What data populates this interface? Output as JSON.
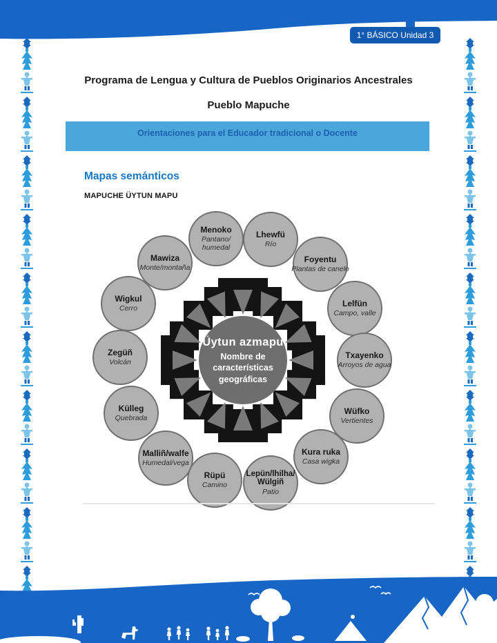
{
  "header": {
    "unit_badge": "1° BÁSICO Unidad 3",
    "title_line1": "Programa de Lengua y Cultura de Pueblos Originarios Ancestrales",
    "title_line2": "Pueblo Mapuche",
    "banner": "Orientaciones para el Educador tradicional o Docente"
  },
  "section": {
    "heading": "Mapas semánticos",
    "subheading": "MAPUCHE ÜYTUN MAPU"
  },
  "diagram": {
    "center": {
      "name": "Üytun azmapu",
      "description": "Nombre de características geográficas"
    },
    "nodes": [
      {
        "name": "Menoko",
        "translation": "Pantano/ humedal"
      },
      {
        "name": "Lhewfü",
        "translation": "Río"
      },
      {
        "name": "Mawiza",
        "translation": "Monte/montaña"
      },
      {
        "name": "Foyentu",
        "translation": "Plantas de canelo"
      },
      {
        "name": "Wigkul",
        "translation": "Cerro"
      },
      {
        "name": "Lelfün",
        "translation": "Campo, valle"
      },
      {
        "name": "Zegüñ",
        "translation": "Volcán"
      },
      {
        "name": "Txayenko",
        "translation": "Arroyos de agua"
      },
      {
        "name": "Külleg",
        "translation": "Quebrada"
      },
      {
        "name": "Wüfko",
        "translation": "Vertientes"
      },
      {
        "name": "Malliñ/walfe",
        "translation": "Humedal/vega"
      },
      {
        "name": "Kura ruka",
        "translation": "Casa wigka"
      },
      {
        "name": "Rüpü",
        "translation": "Camino"
      },
      {
        "name": "Lepün/lhilha/ Wülgiñ",
        "translation": "Patio"
      }
    ]
  },
  "colors": {
    "band_blue": "#1766c6",
    "badge_blue": "#115ab2",
    "banner_blue": "#4aa6db",
    "banner_text_blue": "#1d61ae",
    "heading_blue": "#1878c8",
    "node_fill": "#b1b1b1",
    "node_stroke": "#6f6f6f",
    "center_fill": "#6e6e6e",
    "emblem_black": "#141414",
    "emblem_gray": "#7a7a7a",
    "ornament_light_blue": "#7cc4ea",
    "ornament_mid_blue": "#2e9ddd",
    "ornament_dark_blue": "#1a6ac2"
  }
}
